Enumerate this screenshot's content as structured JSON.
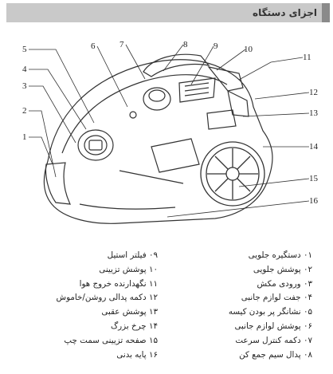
{
  "header": {
    "title": "اجزای دستگاه"
  },
  "diagram": {
    "callouts": [
      "1",
      "2",
      "3",
      "4",
      "5",
      "6",
      "7",
      "8",
      "9",
      "10",
      "11",
      "12",
      "13",
      "14",
      "15",
      "16"
    ]
  },
  "parts_right": [
    "۰۱ دستگیره جلویی",
    "۰۲ پوشش جلویی",
    "۰۳ ورودی مکش",
    "۰۴ جفت لوازم جانبی",
    "۰۵ نشانگر پر بودن کیسه",
    "۰۶ پوشش لوازم جانبی",
    "۰۷ دکمه کنترل سرعت",
    "۰۸ پدال سیم جمع کن"
  ],
  "parts_left": [
    "۰۹ فیلتر استیل",
    "۱۰ پوشش تزیینی",
    "۱۱ نگهدارنده خروج هوا",
    "۱۲ دکمه پدالی روشن/خاموش",
    "۱۳ پوشش عقبی",
    "۱۴ چرخ بزرگ",
    "۱۵ صفحه تزیینی سمت چپ",
    "۱۶ پایه بدنی"
  ]
}
